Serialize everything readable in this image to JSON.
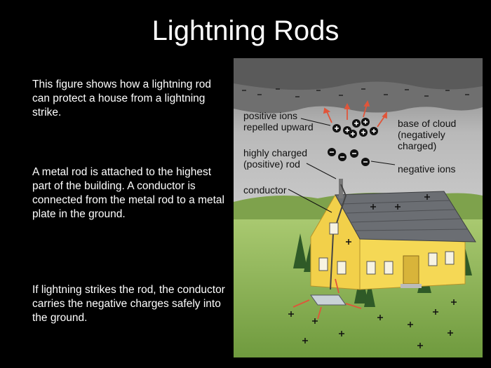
{
  "slide": {
    "title": "Lightning Rods",
    "paragraphs": [
      "This figure shows how a lightning rod can protect a house from a lightning strike.",
      "A metal rod is attached to the highest part of the building.  A conductor is connected from the metal rod to a metal plate in the ground.",
      "If lightning strikes the rod, the conductor carries the negative charges safely into the ground."
    ]
  },
  "figure": {
    "labels": {
      "positive_ions": "positive ions\nrepelled upward",
      "highly_charged": "highly charged\n(positive) rod",
      "conductor": "conductor",
      "base_of_cloud": "base of cloud\n(negatively\ncharged)",
      "negative_ions": "negative ions"
    },
    "colors": {
      "cloud": "#8a8a8a",
      "sky": "#d6d6d6",
      "grass": "#8fb85a",
      "house_wall": "#f2d04a",
      "roof": "#6b6e73",
      "arrow": "#e0553a"
    }
  }
}
